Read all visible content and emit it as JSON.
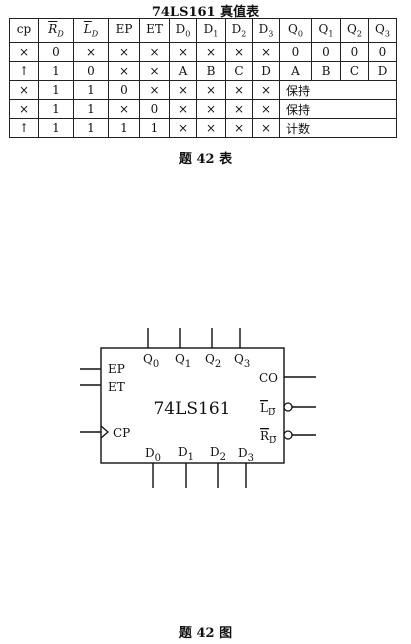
{
  "table": {
    "title": "74LS161 真值表",
    "caption": "题 42 表",
    "headers": [
      "cp",
      "R",
      "L",
      "EP",
      "ET",
      "D",
      "D",
      "D",
      "D",
      "Q",
      "Q",
      "Q",
      "Q"
    ],
    "header_subscripts": [
      "",
      "D",
      "D",
      "",
      "",
      "0",
      "1",
      "2",
      "3",
      "0",
      "1",
      "2",
      "3"
    ],
    "rows": [
      [
        "×",
        "0",
        "×",
        "×",
        "×",
        "×",
        "×",
        "×",
        "×",
        "0",
        "0",
        "0",
        "0"
      ],
      [
        "↑",
        "1",
        "0",
        "×",
        "×",
        "A",
        "B",
        "C",
        "D",
        "A",
        "B",
        "C",
        "D"
      ],
      [
        "×",
        "1",
        "1",
        "0",
        "×",
        "×",
        "×",
        "×",
        "×",
        "保持"
      ],
      [
        "×",
        "1",
        "1",
        "×",
        "0",
        "×",
        "×",
        "×",
        "×",
        "保持"
      ],
      [
        "↑",
        "1",
        "1",
        "1",
        "1",
        "×",
        "×",
        "×",
        "×",
        "计数"
      ]
    ]
  },
  "figure": {
    "caption": "题 42 图",
    "chip_name": "74LS161",
    "top_pins": [
      "Q0",
      "Q1",
      "Q2",
      "Q3"
    ],
    "bottom_pins": [
      "D0",
      "D1",
      "D2",
      "D3"
    ],
    "left_pins": [
      "EP",
      "ET",
      "CP"
    ],
    "right_pins": [
      "CO",
      "LD",
      "RD"
    ]
  }
}
